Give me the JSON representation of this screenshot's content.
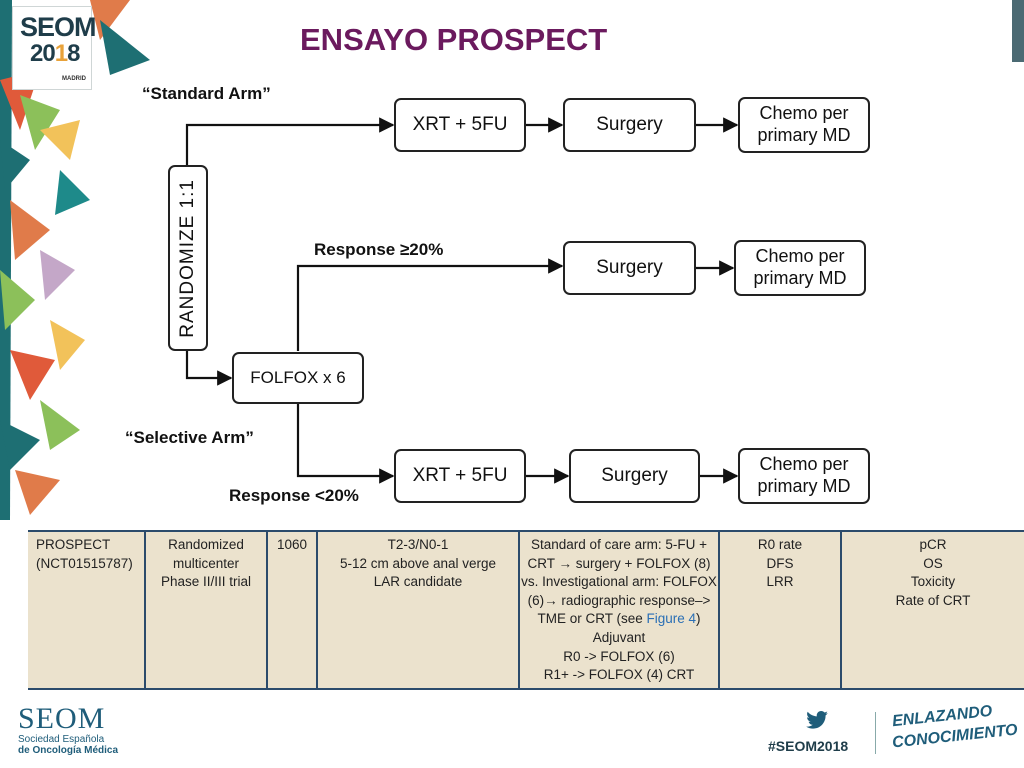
{
  "header": {
    "logo": {
      "brand": "SEOM",
      "year_a": "20",
      "year_b": "1",
      "year_c": "8",
      "city": "MADRID"
    },
    "title": "ENSAYO PROSPECT"
  },
  "diagram": {
    "standard_arm": "“Standard Arm”",
    "selective_arm": "“Selective Arm”",
    "randomize": "RANDOMIZE 1:1",
    "response_ge": "Response ≥20%",
    "response_lt": "Response <20%",
    "top_row": {
      "xrt": "XRT + 5FU",
      "surgery": "Surgery",
      "chemo_1": "Chemo per",
      "chemo_2": "primary MD"
    },
    "mid_row": {
      "surgery": "Surgery",
      "chemo_1": "Chemo per",
      "chemo_2": "primary MD"
    },
    "folfox": "FOLFOX x 6",
    "bottom_row": {
      "xrt": "XRT + 5FU",
      "surgery": "Surgery",
      "chemo_1": "Chemo per",
      "chemo_2": "primary MD"
    }
  },
  "table": {
    "trial": [
      "PROSPECT",
      "(NCT01515787)"
    ],
    "design": [
      "Randomized",
      "multicenter",
      "Phase II/III trial"
    ],
    "n": "1060",
    "population": [
      "T2-3/N0-1",
      "5-12 cm above anal verge",
      "LAR candidate"
    ],
    "arms": {
      "l1": "Standard of care arm: 5-FU +",
      "l2": "CRT → surgery + FOLFOX (8)",
      "l3": "vs. Investigational arm: FOLFOX",
      "l4": "(6)→ radiographic response–>",
      "l5a": "TME or CRT (see ",
      "l5link": "Figure 4",
      "l5b": ")",
      "l6": "Adjuvant",
      "l7": "R0 -> FOLFOX (6)",
      "l8": "R1+ -> FOLFOX (4) CRT"
    },
    "primary": [
      "R0 rate",
      "DFS",
      "LRR"
    ],
    "secondary": [
      "pCR",
      "OS",
      "Toxicity",
      "Rate of CRT"
    ]
  },
  "footer": {
    "brand": "SEOM",
    "sub1": "Sociedad Española",
    "sub2": "de Oncología Médica",
    "hashtag": "#SEOM2018",
    "slogan1": "ENLAZANDO",
    "slogan2": "CONOCIMIENTO"
  },
  "colors": {
    "title": "#6b1a5e",
    "table_bg": "#ebe2cd",
    "rule": "#2b4b6b",
    "brand": "#1f5d7a"
  }
}
